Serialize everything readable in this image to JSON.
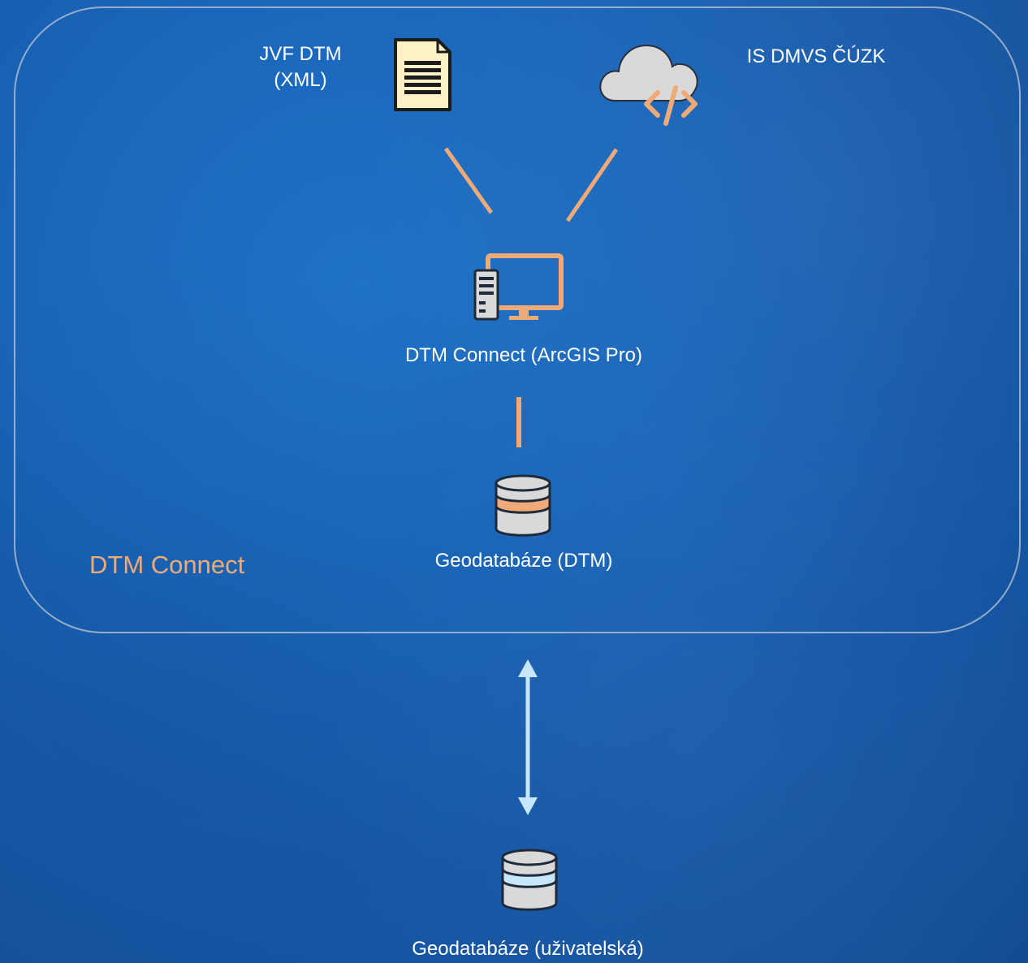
{
  "diagram": {
    "group_label": "DTM Connect",
    "nodes": {
      "jvf_dtm": {
        "line1": "JVF DTM",
        "line2": "(XML)",
        "icon": "document-icon"
      },
      "is_dmvs": {
        "label": "IS DMVS ČÚZK",
        "icon": "cloud-code-icon"
      },
      "client": {
        "label": "DTM Connect (ArcGIS Pro)",
        "icon": "desktop-computer-icon"
      },
      "gdb_dtm": {
        "label": "Geodatabáze (DTM)",
        "icon": "database-icon"
      },
      "gdb_user": {
        "label": "Geodatabáze (uživatelská)",
        "icon": "database-icon"
      }
    },
    "colors": {
      "background": "#1a65b9",
      "accent": "#f0aa78",
      "connector_light": "#c8e6fa",
      "icon_gray": "#d9d9d9",
      "outline": "#1e2a3a"
    }
  }
}
